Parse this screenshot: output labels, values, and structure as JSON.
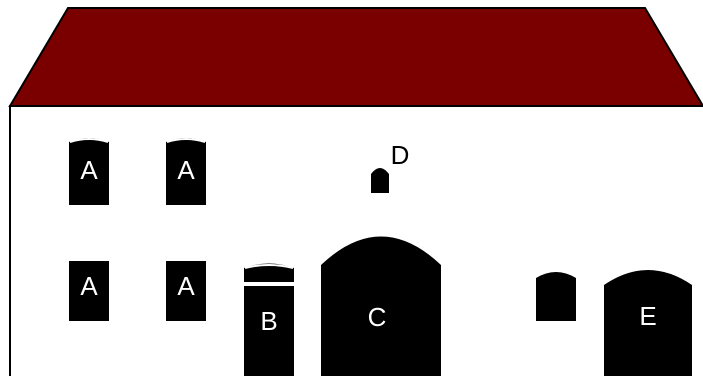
{
  "colors": {
    "roof": "#7a0000",
    "wall": "#ffffff",
    "outline": "#000000",
    "openings": "#000000"
  },
  "labels": {
    "window_a_1": "A",
    "window_a_2": "A",
    "window_a_3": "A",
    "window_a_4": "A",
    "door_b": "B",
    "door_c": "C",
    "window_d": "D",
    "door_e": "E"
  }
}
